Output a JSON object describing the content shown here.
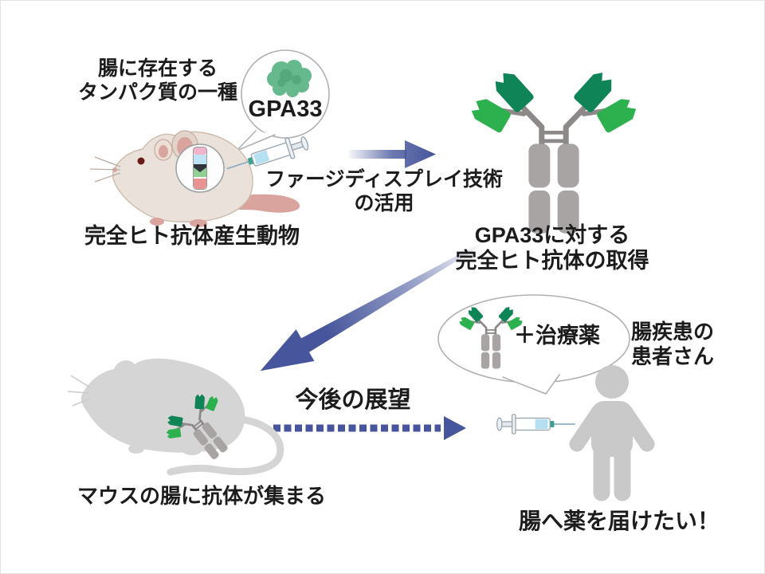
{
  "figure": {
    "background": "#ffffff",
    "border_color": "#e3e3e3"
  },
  "colors": {
    "accent_blue": "#47569c",
    "flag_dark_green": "#0e8457",
    "flag_light_green": "#2db14e",
    "protein_green": "#66b98c",
    "protein_green_dark": "#55a87c",
    "antibody_gray": "#a8a4a4",
    "antibody_arm_gray": "#8d8989",
    "mouse_gray": "#d5d5d5",
    "person_gray": "#c9c9c9",
    "mouse_cream": "#eae2da",
    "mouse_pink": "#d9a49e",
    "bubble_stroke": "#b0b0b0",
    "text_color": "#1c1c1c"
  },
  "step_antigen": {
    "note_line1": "腸に存在する",
    "note_line2": "タンパク質の一種",
    "bubble_label": "GPA33",
    "caption": "完全ヒト抗体産生動物"
  },
  "step_phage": {
    "label_line1": "ファージディスプレイ技術",
    "label_line2": "の活用",
    "result_line1": "GPA33に対する",
    "result_line2": "完全ヒト抗体の取得"
  },
  "step_mouse": {
    "caption": "マウスの腸に抗体が集まる"
  },
  "step_future": {
    "heading": "今後の展望",
    "bubble_label": "＋治療薬",
    "patient_line1": "腸疾患の",
    "patient_line2": "患者さん",
    "goal": "腸へ薬を届けたい！"
  },
  "icons": {
    "protein_blob": "green-protein-cluster",
    "lab_mouse": "cream-lab-mouse-with-chromosome-badge",
    "syringe": "syringe-with-blue-liquid",
    "antibody": "y-shaped-antibody-with-green-flags",
    "mouse_silhouette": "gray-mouse-silhouette",
    "person": "gray-human-silhouette",
    "arrow_right": "blue-gradient-right-arrow",
    "arrow_diagonal": "blue-gradient-diagonal-arrow",
    "arrow_dotted": "blue-dotted-right-arrow"
  }
}
